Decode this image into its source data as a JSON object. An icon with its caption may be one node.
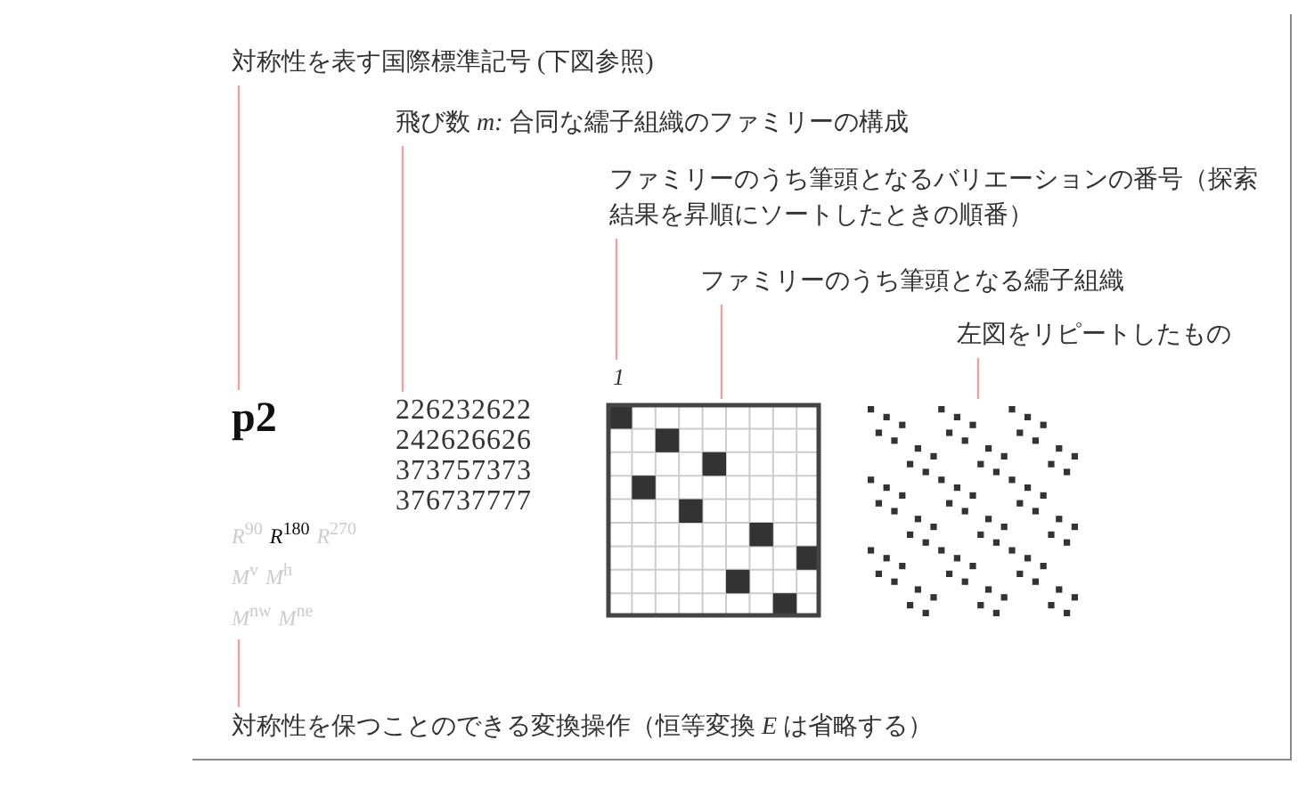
{
  "diagram": {
    "nodes": [
      {
        "text": [
          "対称性を表す国際標準記号 (下図参照)"
        ]
      },
      {
        "text": [
          "飛び数 *m:* 合同な繻子組織のファミリーの構成"
        ]
      },
      {
        "text": [
          "ファミリーのうち筆頭となるバリエーションの番号（探索結果を昇順にソートしたときの順番）"
        ]
      },
      {
        "text": [
          "ファミリーのうち筆頭となる繻子組織"
        ]
      },
      {
        "text": [
          "左図をリピートしたもの"
        ]
      },
      {
        "text": [
          "p2"
        ]
      },
      {
        "text": [
          "226232622",
          "242626626",
          "373757373",
          "376737777"
        ]
      },
      {
        "text": [
          "1"
        ]
      },
      {
        "text": [],
        "shape": "box"
      },
      {
        "text": [],
        "shape": "picture"
      },
      {
        "text": [
          "*R*$^{90}$",
          "*R*$^{180}$",
          "*R*$^{270}$",
          "*M*$^{v}$",
          "*M*$^{h}$",
          "*M*$^{nw}$",
          "*M*$^{ne}$"
        ]
      },
      {
        "text": [
          "対称性を保つことのできる変換操作（恒等変換 *E* は省略する）"
        ]
      }
    ],
    "edges": [
      {
        "from": 0,
        "to": 5,
        "arrow": "none"
      },
      {
        "from": 1,
        "to": 6,
        "arrow": "none"
      },
      {
        "from": 2,
        "to": 7,
        "arrow": "none"
      },
      {
        "from": 3,
        "to": 8,
        "arrow": "none"
      },
      {
        "from": 4,
        "to": 9,
        "arrow": "none"
      },
      {
        "from": 11,
        "to": 10,
        "arrow": "none"
      }
    ]
  }
}
